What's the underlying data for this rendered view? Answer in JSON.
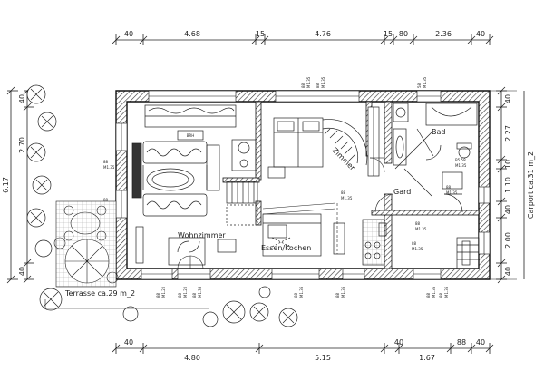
{
  "dimensions": {
    "top": [
      "40",
      "4.68",
      "15",
      "4.76",
      "15",
      "80",
      "2.36",
      "40"
    ],
    "bottom": [
      "40",
      "4.80",
      "5.15",
      "40",
      "1.67",
      "88",
      "40"
    ],
    "left_outer": "6.17",
    "left_inner": [
      "40",
      "2.70",
      "40"
    ],
    "right": [
      "40",
      "2.27",
      "10",
      "1.10",
      "40",
      "2.00",
      "40"
    ]
  },
  "rooms": {
    "wohnzimmer": "Wohnzimmer",
    "zimmer": "Zimmer",
    "bad": "Bad",
    "gard": "Gard",
    "essen_kochen": "Essen/Kochen",
    "terrasse": "Terrasse ca.29 m_2",
    "carport": "Carport ca.31 m_2"
  },
  "wall_tags": {
    "brh": "BRH",
    "top_left": [
      "88",
      "M1.35"
    ],
    "top_mid": [
      "88",
      "M1.35"
    ],
    "bad_win": [
      "58",
      "M1.35"
    ],
    "left_upper": [
      "88",
      "M1.35"
    ],
    "left_lower": [
      "88",
      "M1.35"
    ],
    "center": [
      "88",
      "M1.35"
    ],
    "right_mid": [
      "88",
      "M1.35"
    ],
    "right_lower": [
      "88",
      "M1.35"
    ],
    "bottom_1": [
      "88",
      "M1.20"
    ],
    "bottom_2": [
      "88",
      "M1.20"
    ],
    "bottom_3": [
      "88",
      "M1.35"
    ],
    "bottom_4": [
      "88",
      "M1.35"
    ],
    "bottom_5": [
      "88",
      "M1.35"
    ],
    "bottom_6": [
      "88",
      "M1.35"
    ],
    "bottom_7": [
      "88",
      "M1.35"
    ],
    "bad_small": [
      "B5.58",
      "M1.35"
    ],
    "essen_tag": [
      "88",
      "M1.35"
    ]
  }
}
